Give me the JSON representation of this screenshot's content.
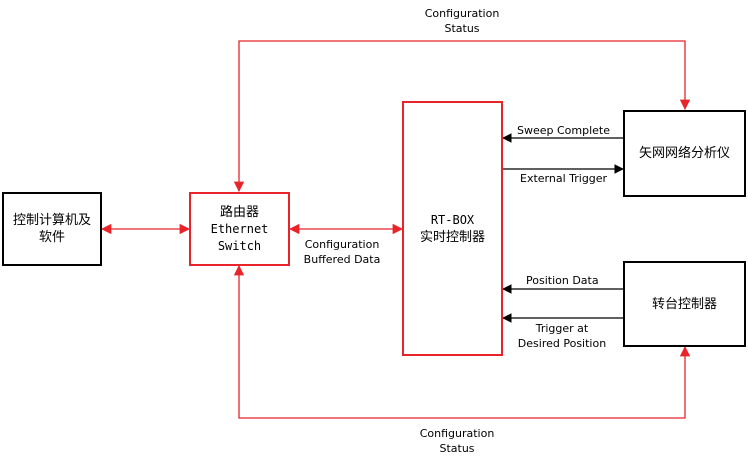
{
  "nodes": {
    "pc_software": {
      "lines": [
        "控制计算机及",
        "软件"
      ]
    },
    "router": {
      "lines": [
        "路由器",
        "Ethernet",
        "Switch"
      ]
    },
    "rtbox": {
      "lines": [
        "RT-BOX",
        "实时控制器"
      ]
    },
    "vna": {
      "lines": [
        "矢网网络分析仪"
      ]
    },
    "turntable": {
      "lines": [
        "转台控制器"
      ]
    }
  },
  "labels": {
    "top_config": [
      "Configuration",
      "Status"
    ],
    "bottom_config": [
      "Configuration",
      "Status"
    ],
    "router_rtbox": [
      "Configuration",
      "Buffered Data"
    ],
    "sweep_complete": "Sweep Complete",
    "external_trigger": "External Trigger",
    "position_data": "Position Data",
    "trigger_desired": [
      "Trigger at",
      "Desired Position"
    ]
  },
  "colors": {
    "red_link": "#e8232a",
    "black_link": "#000000"
  }
}
